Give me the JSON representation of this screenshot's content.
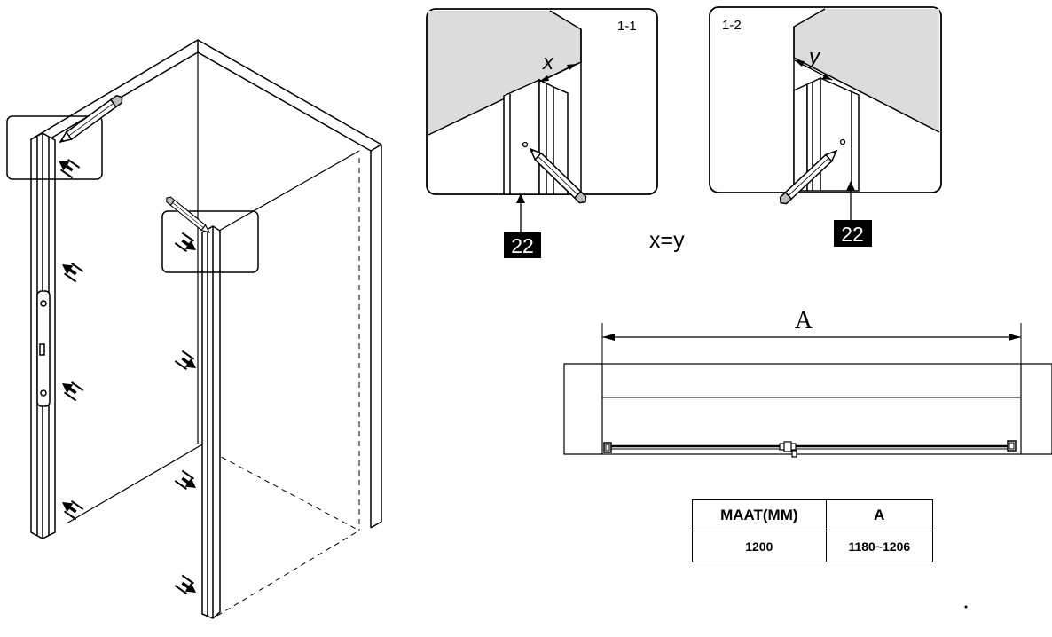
{
  "details": {
    "detail_1": {
      "label": "1-1",
      "dimension": "x",
      "part_number": "22"
    },
    "detail_2": {
      "label": "1-2",
      "dimension": "y",
      "part_number": "22"
    },
    "equation": "x=y"
  },
  "plan_view": {
    "dimension_label": "A"
  },
  "size_table": {
    "headers": [
      "MAAT(MM)",
      "A"
    ],
    "rows": [
      [
        "1200",
        "1180~1206"
      ]
    ]
  }
}
